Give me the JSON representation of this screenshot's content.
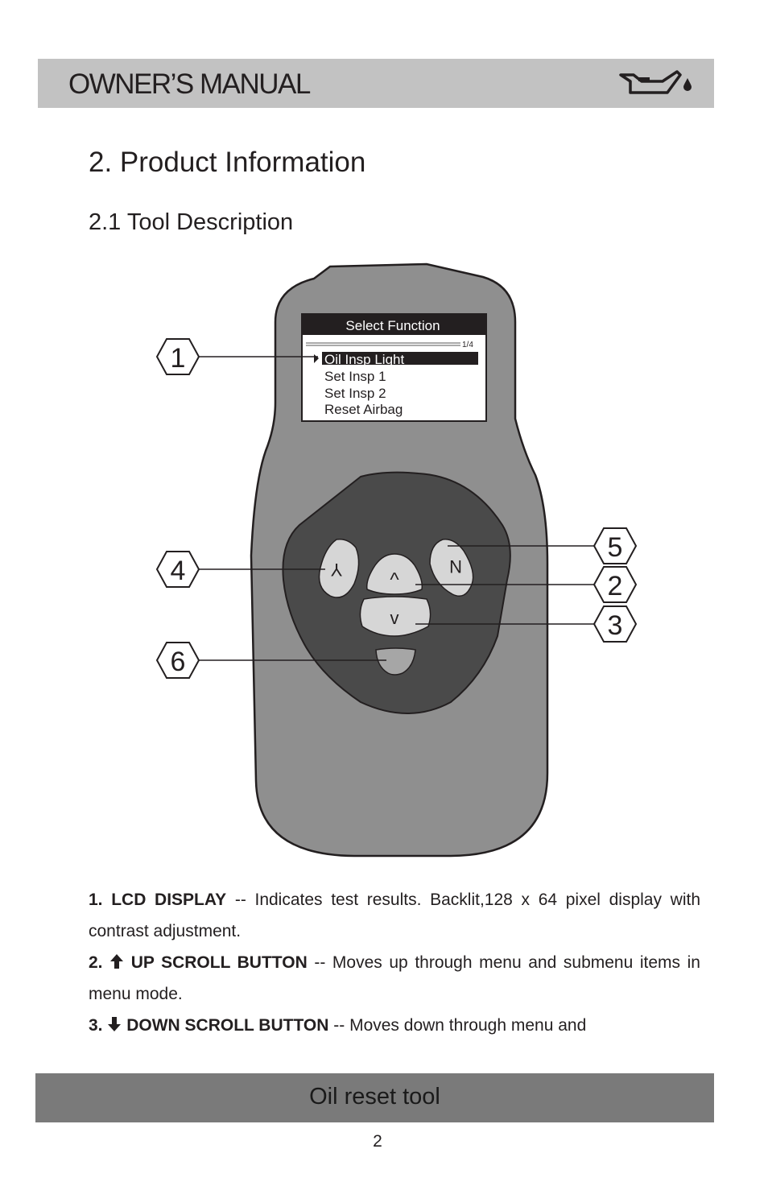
{
  "header": {
    "title": "OWNER’S MANUAL",
    "icon": "oil-can-icon"
  },
  "section": {
    "title": "2. Product Information",
    "subtitle": "2.1 Tool Description"
  },
  "device": {
    "screen": {
      "title": "Select Function",
      "page_indicator": "1/4",
      "menu_items": [
        "Oil Insp Light",
        "Set Insp 1",
        "Set Insp 2",
        "Reset Airbag"
      ],
      "selected_index": 0
    },
    "buttons": {
      "yes": "Y",
      "no": "N",
      "up": "^",
      "down": "v"
    },
    "callouts": [
      "1",
      "2",
      "3",
      "4",
      "5",
      "6"
    ]
  },
  "descriptions": [
    {
      "number": "1.",
      "icon": "",
      "term": "LCD DISPLAY",
      "text": " -- Indicates test results. Backlit,128 x 64 pixel display with contrast adjustment."
    },
    {
      "number": "2.",
      "icon": "up-arrow-icon",
      "term": "UP SCROLL BUTTON",
      "text": " -- Moves up through menu and submenu items in menu mode."
    },
    {
      "number": "3.",
      "icon": "down-arrow-icon",
      "term": "DOWN SCROLL BUTTON",
      "text": " -- Moves down through menu and"
    }
  ],
  "footer": {
    "title": "Oil reset tool",
    "page_number": "2"
  },
  "colors": {
    "header_bar": "#c2c2c2",
    "footer_bar": "#7a7a7a",
    "device_body": "#8f8f8f",
    "keypad": "#4a4a4a",
    "button": "#d6d6d6",
    "screen_header": "#231f20"
  }
}
